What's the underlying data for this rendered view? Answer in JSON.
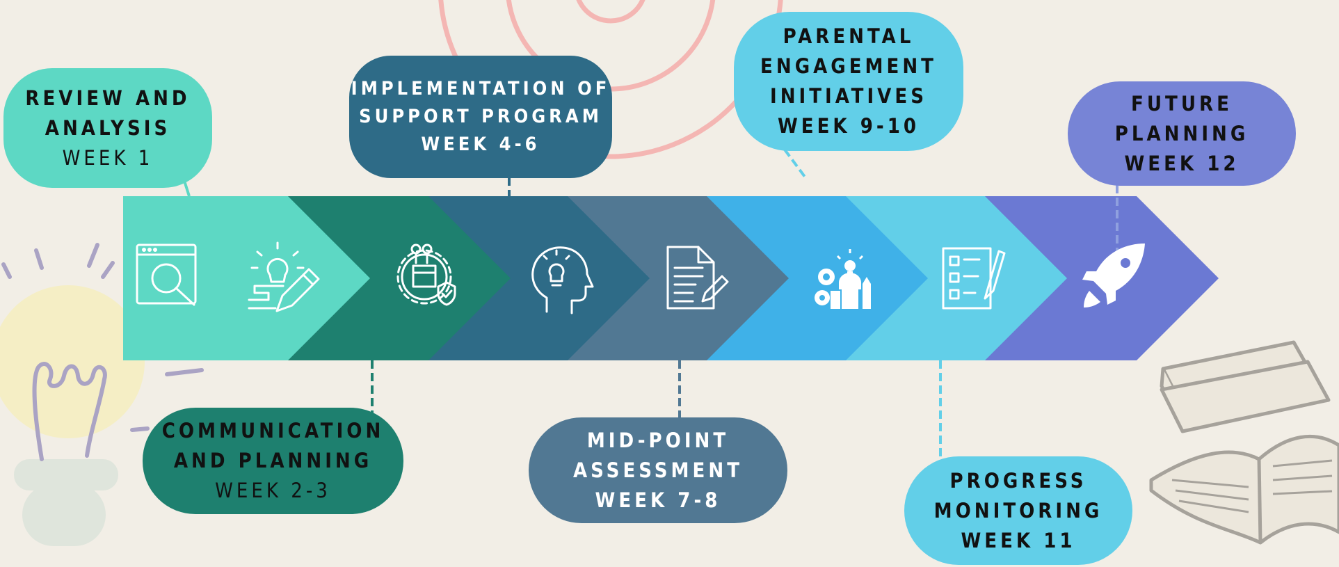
{
  "colors": {
    "background": "#f2eee6",
    "step1": "#5dd8c4",
    "step2": "#1e806f",
    "step3": "#2e6b87",
    "step4": "#517893",
    "step5": "#3fb1e8",
    "step6": "#62cfe8",
    "step7": "#6b79d3"
  },
  "milestones": [
    {
      "id": "review",
      "title_lines": [
        "REVIEW AND",
        "ANALYSIS"
      ],
      "week": "WEEK 1",
      "icon": "magnifier-browser-icon",
      "color": "#5dd8c4",
      "text_color": "dark"
    },
    {
      "id": "communication",
      "title_lines": [
        "COMMUNICATION",
        "AND PLANNING"
      ],
      "week": "WEEK 2-3",
      "icon": "idea-pencil-icon",
      "color": "#1e806f",
      "text_color": "dark"
    },
    {
      "id": "implementation",
      "title_lines": [
        "IMPLEMENTATION OF",
        "SUPPORT PROGRAM"
      ],
      "week": "WEEK 4-6",
      "icon": "gear-package-icon",
      "color": "#2e6b87",
      "text_color": "light"
    },
    {
      "id": "midpoint",
      "title_lines": [
        "MID-POINT",
        "ASSESSMENT"
      ],
      "week": "WEEK 7-8",
      "icon": "head-lightbulb-icon",
      "color": "#517893",
      "text_color": "light"
    },
    {
      "id": "parental",
      "title_lines": [
        "PARENTAL",
        "ENGAGEMENT",
        "INITIATIVES"
      ],
      "week": "WEEK 9-10",
      "icon": "document-pen-icon",
      "color": "#62cfe8",
      "text_color": "dark"
    },
    {
      "id": "progress",
      "title_lines": [
        "PROGRESS",
        "MONITORING"
      ],
      "week": "WEEK 11",
      "icon": "gears-people-icon",
      "color": "#62cfe8",
      "text_color": "dark"
    },
    {
      "id": "future",
      "title_lines": [
        "FUTURE",
        "PLANNING"
      ],
      "week": "WEEK 12",
      "icon": "rocket-icon",
      "color": "#7784d6",
      "text_color": "dark"
    }
  ],
  "extra_icons": [
    "checklist-icon"
  ]
}
